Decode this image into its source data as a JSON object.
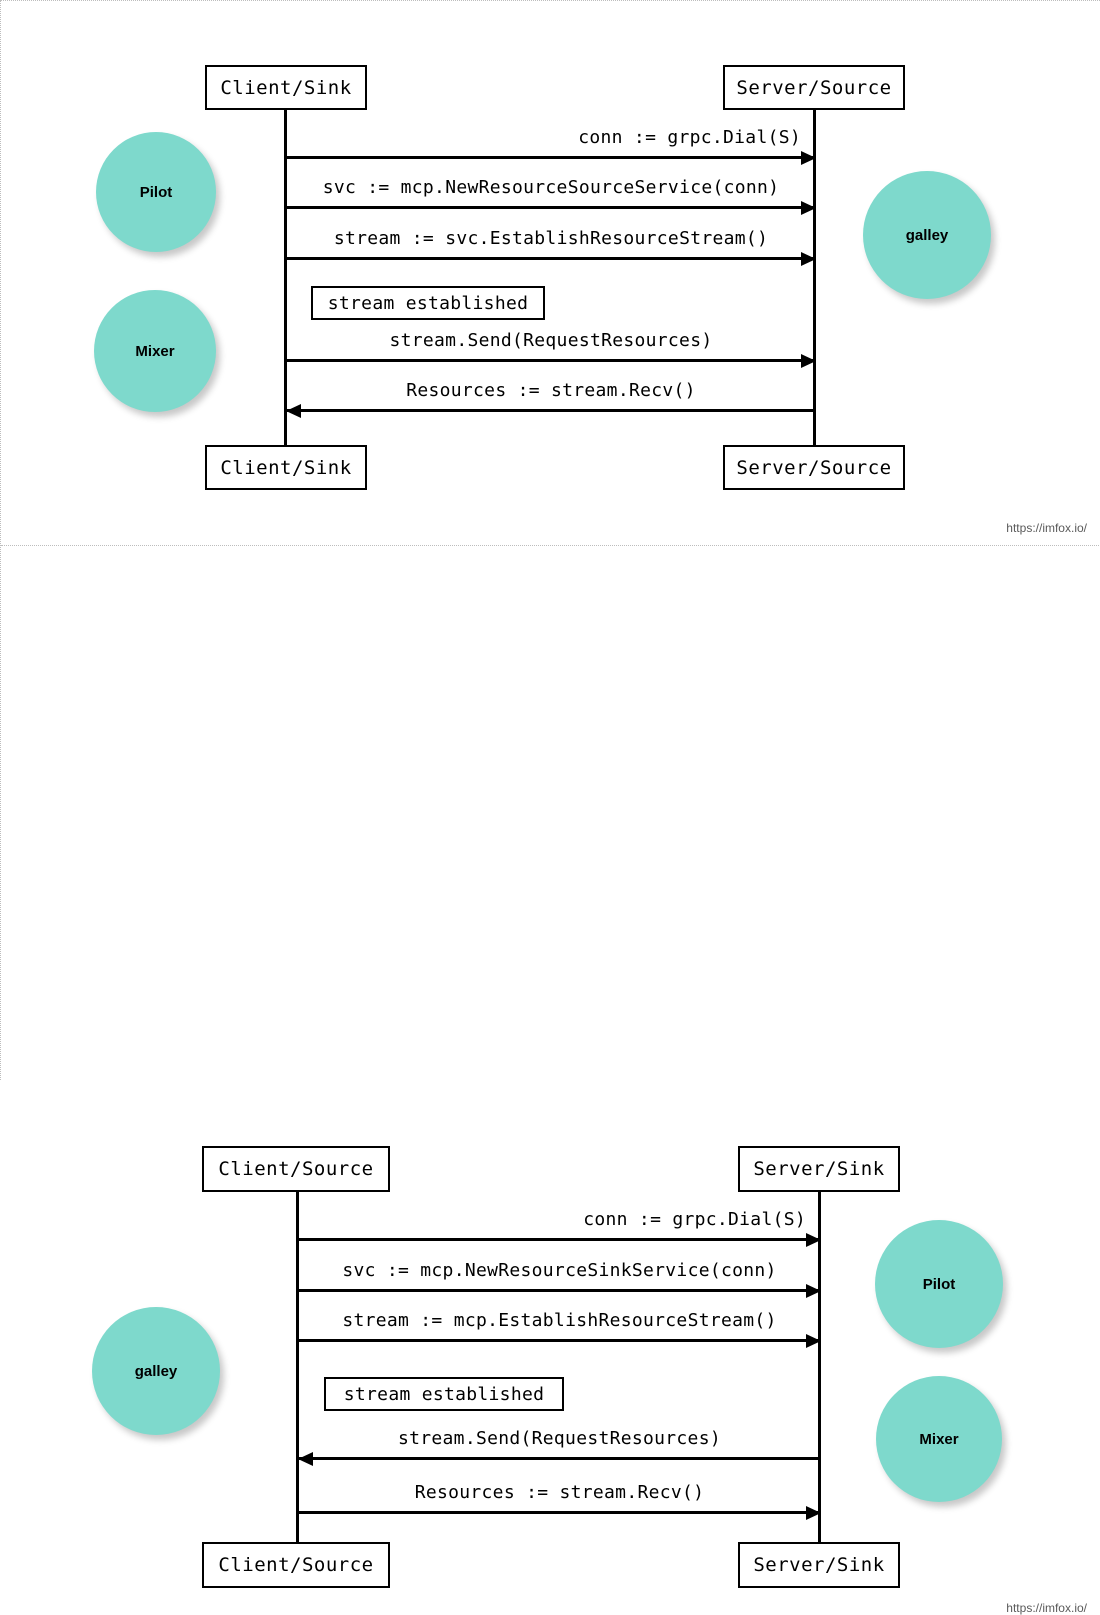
{
  "meta": {
    "accent_color": "#7ed9cc",
    "line_color": "#000000",
    "background": "#ffffff",
    "watermark_color": "#5a5a5a"
  },
  "panels": [
    {
      "id": "panel-1",
      "watermark": "https://imfox.io/",
      "actors": [
        {
          "name": "client",
          "label": "Client/Sink",
          "top_label": "Client/Sink",
          "bottom_label": "Client/Sink"
        },
        {
          "name": "server",
          "label": "Server/Source",
          "top_label": "Server/Source",
          "bottom_label": "Server/Source"
        }
      ],
      "messages": [
        {
          "text": "conn := grpc.Dial(S)",
          "direction": "right"
        },
        {
          "text": "svc := mcp.NewResourceSourceService(conn)",
          "direction": "right"
        },
        {
          "text": "stream := svc.EstablishResourceStream()",
          "direction": "right"
        },
        {
          "text": "stream.Send(RequestResources)",
          "direction": "right"
        },
        {
          "text": "Resources := stream.Recv()",
          "direction": "left"
        }
      ],
      "note": {
        "text": "stream established"
      },
      "circles": [
        {
          "label": "Pilot",
          "side": "left"
        },
        {
          "label": "Mixer",
          "side": "left"
        },
        {
          "label": "galley",
          "side": "right"
        }
      ]
    },
    {
      "id": "panel-2",
      "watermark": "https://imfox.io/",
      "actors": [
        {
          "name": "client",
          "label": "Client/Source",
          "top_label": "Client/Source",
          "bottom_label": "Client/Source"
        },
        {
          "name": "server",
          "label": "Server/Sink",
          "top_label": "Server/Sink",
          "bottom_label": "Server/Sink"
        }
      ],
      "messages": [
        {
          "text": "conn := grpc.Dial(S)",
          "direction": "right"
        },
        {
          "text": "svc := mcp.NewResourceSinkService(conn)",
          "direction": "right"
        },
        {
          "text": "stream := mcp.EstablishResourceStream()",
          "direction": "right"
        },
        {
          "text": "stream.Send(RequestResources)",
          "direction": "left"
        },
        {
          "text": "Resources := stream.Recv()",
          "direction": "right"
        }
      ],
      "note": {
        "text": "stream established"
      },
      "circles": [
        {
          "label": "galley",
          "side": "left"
        },
        {
          "label": "Pilot",
          "side": "right"
        },
        {
          "label": "Mixer",
          "side": "right"
        }
      ]
    }
  ]
}
